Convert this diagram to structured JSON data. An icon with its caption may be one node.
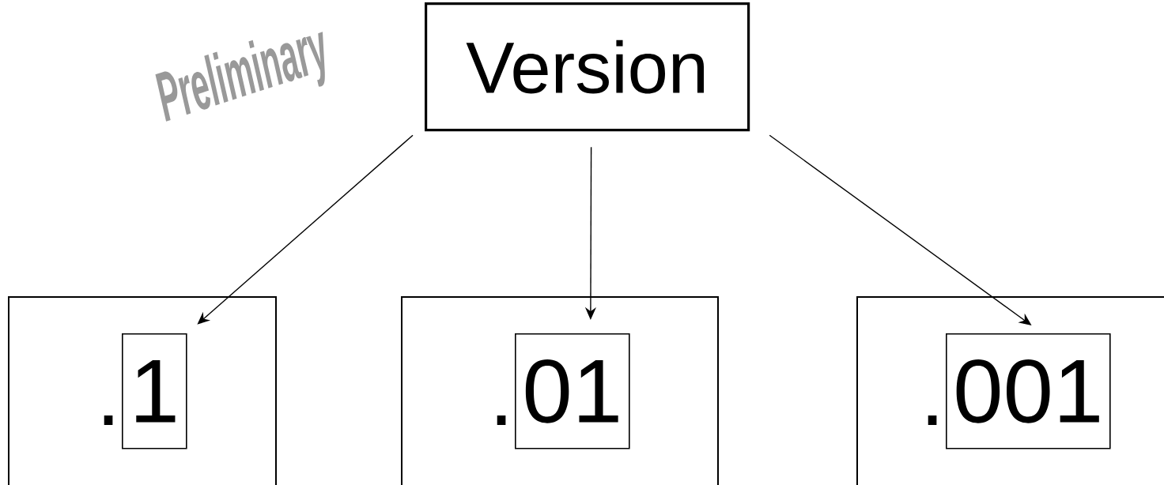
{
  "diagram": {
    "nodes": [
      {
        "text": [
          "Version"
        ]
      },
      {
        "text": [
          "."
        ]
      },
      {
        "text": [
          "."
        ]
      },
      {
        "text": [
          "."
        ]
      },
      {
        "text": [
          "1"
        ],
        "in": 1
      },
      {
        "text": [
          "01"
        ],
        "in": 2
      },
      {
        "text": [
          "001"
        ],
        "in": 3
      }
    ],
    "edges": [
      {
        "from": 0,
        "to": 4,
        "arrow": "to"
      },
      {
        "from": 0,
        "to": 5,
        "arrow": "to"
      },
      {
        "from": 0,
        "to": 6,
        "arrow": "to"
      }
    ],
    "labels": [
      "Preliminary"
    ]
  }
}
